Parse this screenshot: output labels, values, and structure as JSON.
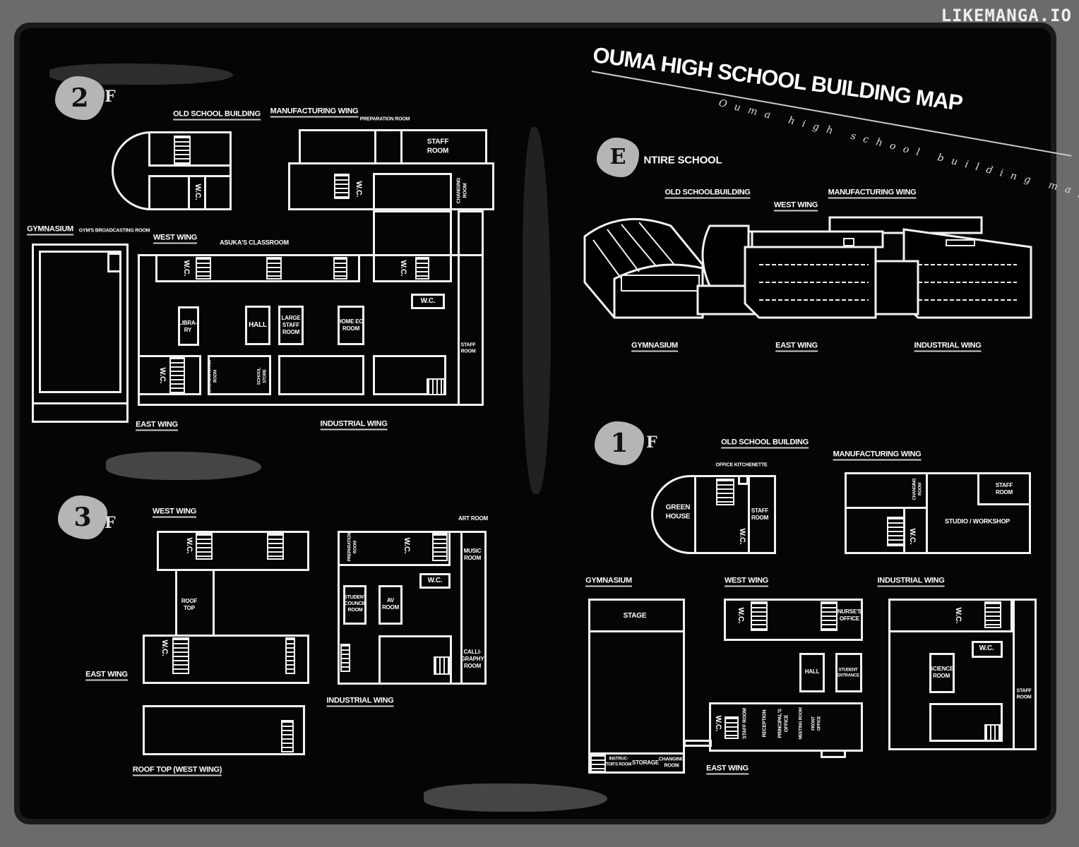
{
  "watermark": "LIKEMANGA.IO",
  "title": "OUMA HIGH SCHOOL BUILDING MAP",
  "subtitle": "Ouma high school building map",
  "floor2": {
    "badge": "2",
    "suffix": "F",
    "headers": {
      "old": "OLD SCHOOL BUILDING",
      "manu": "MANUFACTURING WING",
      "gym": "GYMNASIUM",
      "west": "WEST WING",
      "east": "EAST WING",
      "ind": "INDUSTRIAL WING"
    },
    "rooms": {
      "prep": "PREPARATION ROOM",
      "staff": "STAFF\nROOM",
      "changing": "CHANGING\nROOM",
      "gym_broadcast": "GYM'S BROADCASTING ROOM",
      "asuka": "ASUKA'S CLASSROOM",
      "library": "LIBRA-\nRY",
      "hall": "HALL",
      "large_staff": "LARGE\nSTAFF\nROOM",
      "home_ec": "HOME EC.\nROOM",
      "wc": "W.C.",
      "broadcasting": "BROADCASTING\nROOM",
      "store": "SCHOOL\nSTORE",
      "staff2": "STAFF\nROOM"
    }
  },
  "floor3": {
    "badge": "3",
    "suffix": "F",
    "headers": {
      "west": "WEST WING",
      "east": "EAST WING",
      "ind": "INDUSTRIAL WING",
      "rooftop_west": "ROOF TOP (WEST WING)"
    },
    "rooms": {
      "roof": "ROOF\nTOP",
      "wc": "W.C.",
      "art": "ART ROOM",
      "prep": "PREPARATION\nROOM",
      "music": "MUSIC\nROOM",
      "council": "STUDENT\nCOUNCIL\nROOM",
      "av": "AV\nROOM",
      "calli": "CALLI-\nGRAPHY\nROOM"
    }
  },
  "entire": {
    "badge": "E",
    "label": "NTIRE SCHOOL",
    "headers": {
      "old": "OLD SCHOOLBUILDING",
      "west": "WEST WING",
      "manu": "MANUFACTURING WING",
      "gym": "GYMNASIUM",
      "east": "EAST WING",
      "ind": "INDUSTRIAL WING"
    }
  },
  "floor1": {
    "badge": "1",
    "suffix": "F",
    "headers": {
      "old": "OLD SCHOOL BUILDING",
      "manu": "MANUFACTURING WING",
      "gym": "GYMNASIUM",
      "west": "WEST WING",
      "ind": "INDUSTRIAL WING",
      "east": "EAST WING"
    },
    "rooms": {
      "kitchen": "OFFICE KITCHENETTE",
      "green": "GREEN\nHOUSE",
      "staff": "STAFF\nROOM",
      "wc": "W.C.",
      "changing": "CHANGING\nROOM",
      "studio": "STUDIO / WORKSHOP",
      "stage": "STAGE",
      "nurse": "NURSE'S\nOFFICE",
      "hall": "HALL",
      "entrance": "STUDENT\nENTRANCE",
      "science": "SCIENCE\nROOM",
      "staff_room": "STAFF ROOM",
      "reception": "RECEPTION",
      "principal": "PRINCIPAL'S\nOFFICE",
      "meeting": "MEETING ROOM",
      "front": "FRONT\nOFFICE",
      "instructor": "INSTRUC-\nTOR'S ROOM",
      "storage": "STORAGE",
      "changing2": "CHANGING\nROOM"
    }
  }
}
